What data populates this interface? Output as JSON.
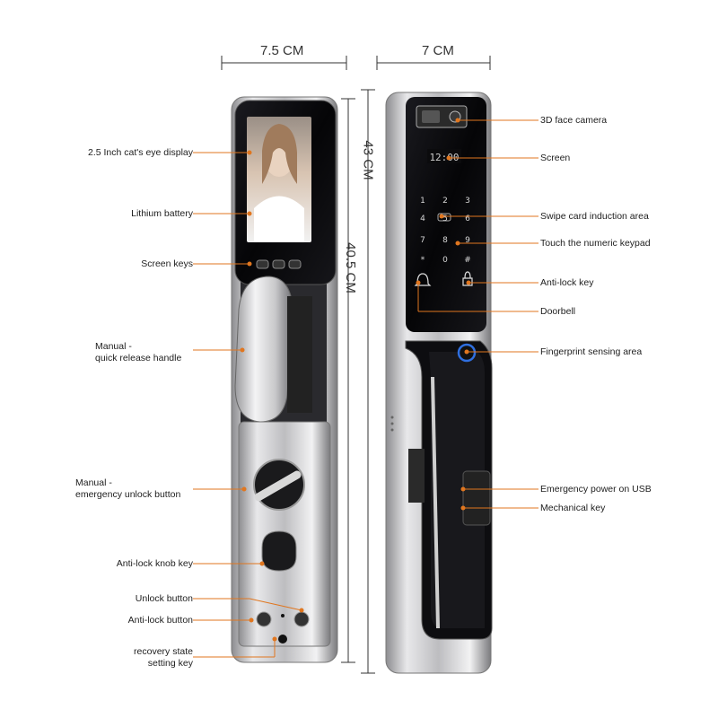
{
  "dimensions": {
    "width_left": "7.5 CM",
    "width_right": "7 CM",
    "height_outer": "43 CM",
    "height_inner": "40.5 CM"
  },
  "screen": {
    "time": "12:00"
  },
  "keypad": {
    "keys": [
      "1",
      "2",
      "3",
      "4",
      "5",
      "6",
      "7",
      "8",
      "9",
      "*",
      "0",
      "#"
    ]
  },
  "labels_left": {
    "display": "2.5 Inch cat's eye display",
    "battery": "Lithium battery",
    "screen_keys": "Screen keys",
    "handle_1": "Manual -",
    "handle_2": "quick release handle",
    "emergency_1": "Manual -",
    "emergency_2": "emergency unlock button",
    "knob": "Anti-lock knob key",
    "unlock": "Unlock button",
    "antilock_button": "Anti-lock button",
    "recovery_1": "recovery state",
    "recovery_2": "setting key"
  },
  "labels_right": {
    "face_camera": "3D face camera",
    "screen": "Screen",
    "swipe": "Swipe card induction area",
    "keypad": "Touch the numeric keypad",
    "antilock_key": "Anti-lock key",
    "doorbell": "Doorbell",
    "fingerprint": "Fingerprint sensing area",
    "usb": "Emergency power on USB",
    "mech_key": "Mechanical key"
  },
  "colors": {
    "callout": "#e0761f",
    "body_black": "#0c0c0f",
    "metal": "#c9c9cc"
  }
}
